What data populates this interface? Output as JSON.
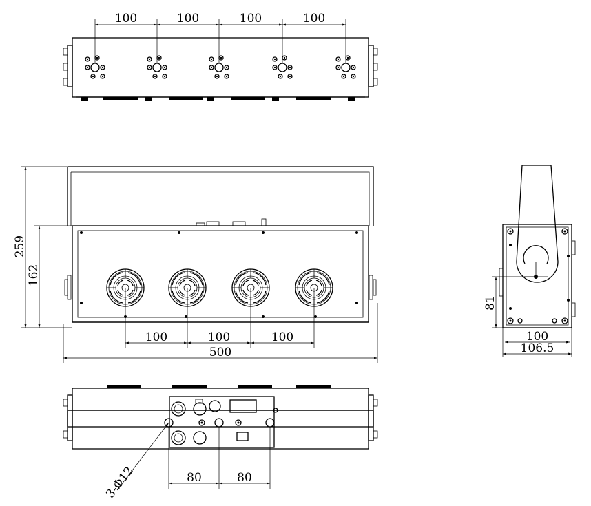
{
  "drawing": {
    "top_view": {
      "dims": [
        "100",
        "100",
        "100",
        "100"
      ]
    },
    "front_view": {
      "height_overall": "259",
      "height_body": "162",
      "fan_spacing": [
        "100",
        "100",
        "100"
      ],
      "width_overall": "500"
    },
    "side_view": {
      "pivot_height": "81",
      "inner_width": "100",
      "outer_width": "106.5"
    },
    "bottom_view": {
      "hole_callout": "3-Φ12",
      "spacing": [
        "80",
        "80"
      ]
    }
  }
}
